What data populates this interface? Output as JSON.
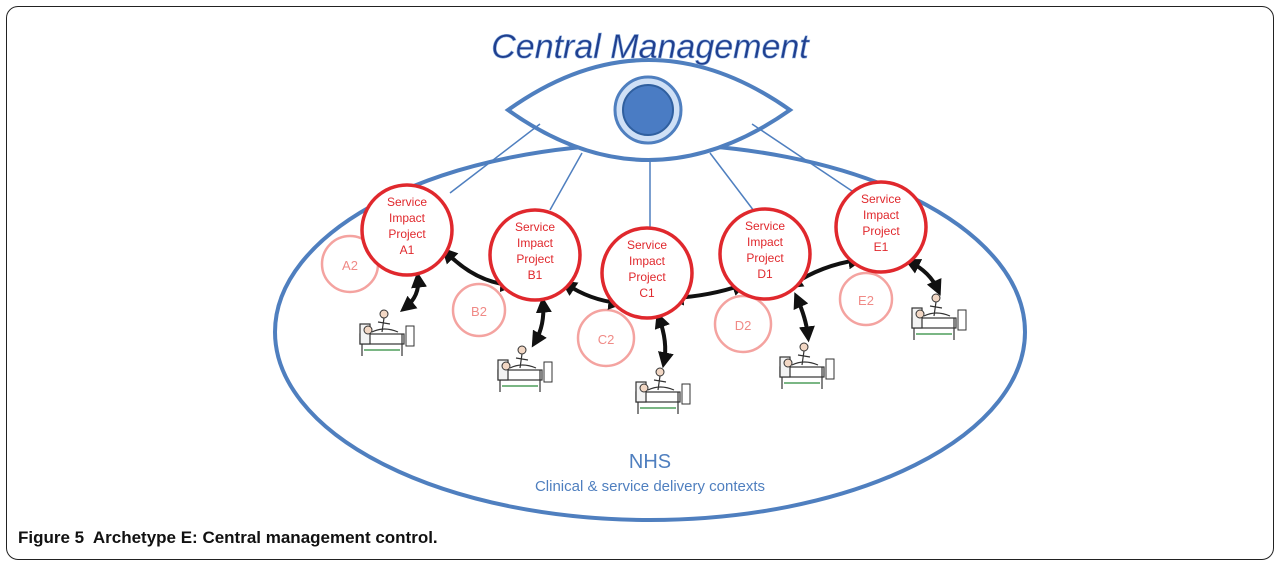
{
  "header": {
    "title": "Central Management"
  },
  "context": {
    "name": "NHS",
    "subtitle": "Clinical & service delivery contexts"
  },
  "projects": [
    {
      "lines": [
        "Service",
        "Impact",
        "Project",
        "A1"
      ],
      "pilot": "A2"
    },
    {
      "lines": [
        "Service",
        "Impact",
        "Project",
        "B1"
      ],
      "pilot": "B2"
    },
    {
      "lines": [
        "Service",
        "Impact",
        "Project",
        "C1"
      ],
      "pilot": "C2"
    },
    {
      "lines": [
        "Service",
        "Impact",
        "Project",
        "D1"
      ],
      "pilot": "D2"
    },
    {
      "lines": [
        "Service",
        "Impact",
        "Project",
        "E1"
      ],
      "pilot": "E2"
    }
  ],
  "colors": {
    "outline_blue": "#4f7fbf",
    "eye_fill": "#4a7cc4",
    "project_red": "#e0282d",
    "pilot_pink": "#f4a3a0",
    "context_text": "#4f7fbf"
  },
  "icons": {
    "patient": "hospital-bed-icon",
    "arrow": "double-arrow-icon",
    "eye": "eye-icon"
  },
  "caption": {
    "label": "Figure 5",
    "text": "Archetype E: Central management control."
  }
}
